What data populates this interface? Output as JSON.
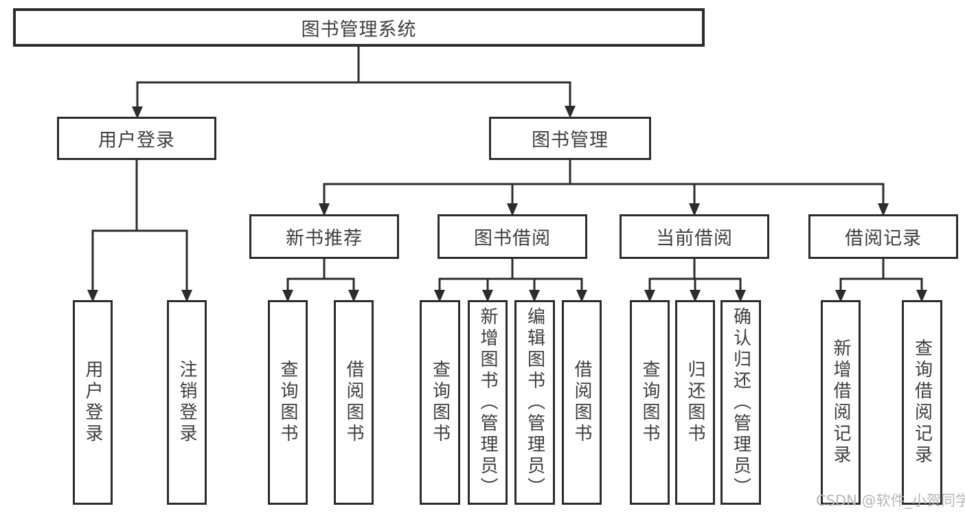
{
  "colors": {
    "line": "#2c2c2c",
    "text": "#3e3e3e",
    "watermark": "#b6b6b6",
    "background": "#ffffff"
  },
  "tree": {
    "root": {
      "label": "图书管理系统"
    },
    "branches": [
      {
        "label": "用户登录",
        "leaves": [
          {
            "label": "用户登录"
          },
          {
            "label": "注销登录"
          }
        ]
      },
      {
        "label": "图书管理",
        "groups": [
          {
            "label": "新书推荐",
            "leaves": [
              {
                "label": "查询图书"
              },
              {
                "label": "借阅图书"
              }
            ]
          },
          {
            "label": "图书借阅",
            "leaves": [
              {
                "label": "查询图书"
              },
              {
                "label": "新增图书（管理员）"
              },
              {
                "label": "编辑图书（管理员）"
              },
              {
                "label": "借阅图书"
              }
            ]
          },
          {
            "label": "当前借阅",
            "leaves": [
              {
                "label": "查询图书"
              },
              {
                "label": "归还图书"
              },
              {
                "label": "确认归还（管理员）"
              }
            ]
          },
          {
            "label": "借阅记录",
            "leaves": [
              {
                "label": "新增借阅记录"
              },
              {
                "label": "查询借阅记录"
              }
            ]
          }
        ]
      }
    ]
  },
  "watermark": {
    "text": "CSDN @软件_小贺同学"
  }
}
